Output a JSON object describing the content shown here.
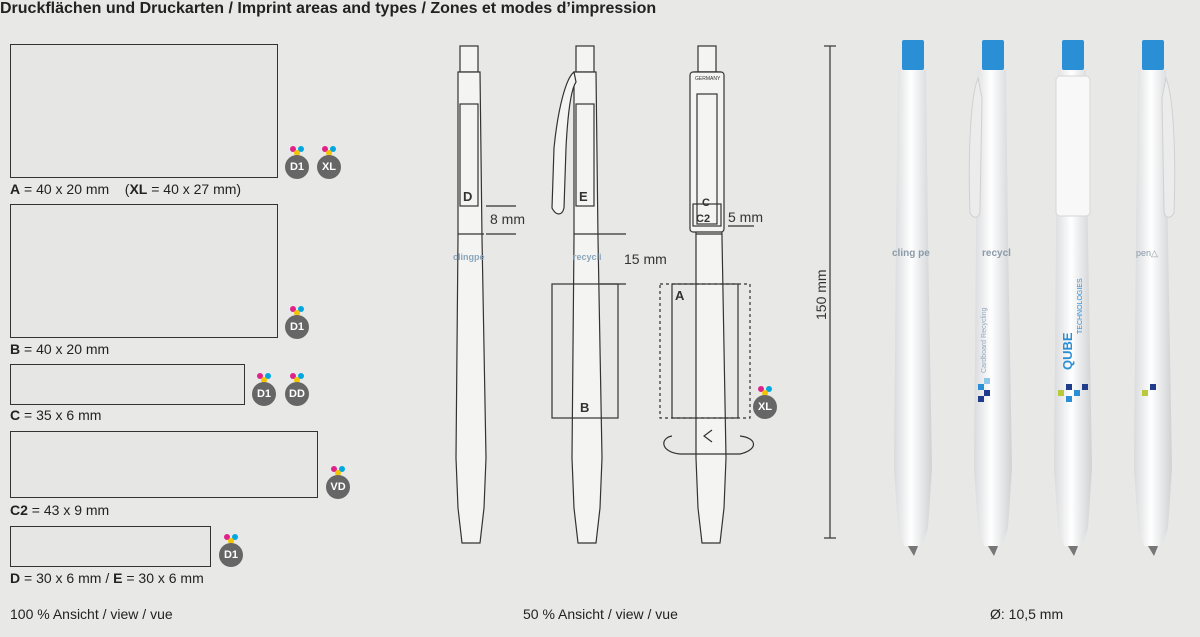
{
  "title": "Druckflächen und Druckarten / Imprint areas and types / Zones et modes d’impression",
  "areas": {
    "a": {
      "code": "A",
      "size": " = 40 x 20 mm",
      "xl_code": "XL",
      "xl_size": " = 40 x 27 mm)",
      "xl_open": "("
    },
    "b": {
      "code": "B",
      "size": " = 40 x 20 mm"
    },
    "c": {
      "code": "C",
      "size": " = 35 x 6 mm"
    },
    "c2": {
      "code": "C2",
      "size": " = 43 x 9 mm"
    },
    "de": {
      "code_d": "D",
      "size_d": " = 30 x 6 mm / ",
      "code_e": "E",
      "size_e": " = 30 x 6 mm"
    }
  },
  "badges": {
    "d1": "D1",
    "xl": "XL",
    "dd": "DD",
    "vd": "VD"
  },
  "technical": {
    "label_d": "D",
    "label_e": "E",
    "label_c": "C",
    "label_c2": "C2",
    "label_a": "A",
    "label_b": "B",
    "dim_8": "8 mm",
    "dim_5": "5 mm",
    "dim_15": "15 mm",
    "dim_150": "150 mm",
    "brand_1": "clingpe",
    "brand_2": "recycli",
    "germany": "GERMANY"
  },
  "photos": {
    "brand_1": "cling pe",
    "brand_2": "recycl",
    "brand_3": "Cardboard Recycling",
    "brand_4": "QUBE",
    "brand_5": "TECHNOLOGIES",
    "brand_6": "pen△"
  },
  "footer": {
    "left": "100 % Ansicht / view / vue",
    "middle": "50 % Ansicht / view / vue",
    "right": "Ø: 10,5 mm"
  },
  "colors": {
    "pen_accent": "#2b8fd6",
    "badge_gray": "#666666",
    "line": "#333333"
  }
}
